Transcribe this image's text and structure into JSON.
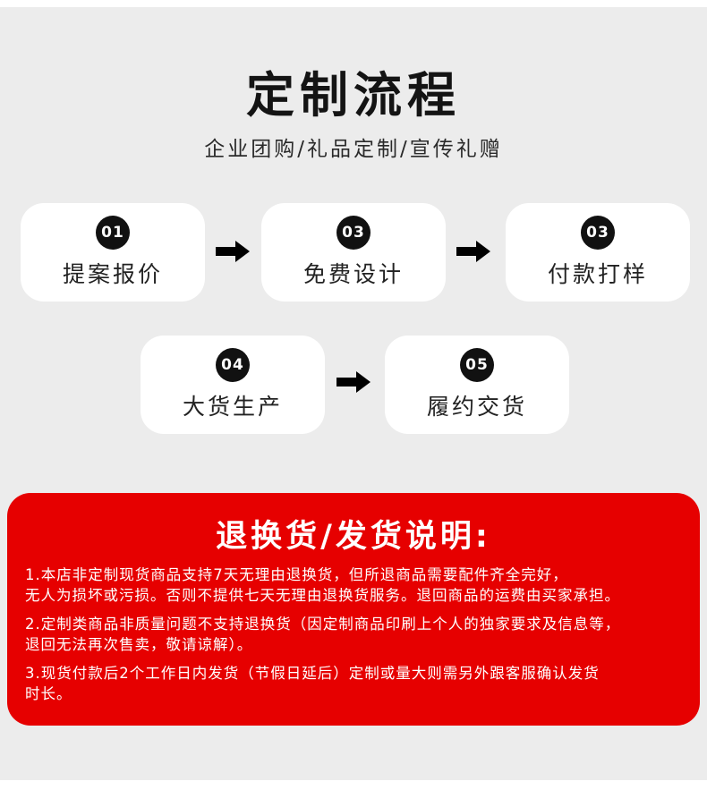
{
  "header": {
    "title": "定制流程",
    "subtitle": "企业团购/礼品定制/宣传礼赠"
  },
  "steps": [
    {
      "number": "01",
      "label": "提案报价"
    },
    {
      "number": "03",
      "label": "免费设计"
    },
    {
      "number": "03",
      "label": "付款打样"
    },
    {
      "number": "04",
      "label": "大货生产"
    },
    {
      "number": "05",
      "label": "履约交货"
    }
  ],
  "notice": {
    "title": "退换货/发货说明:",
    "items": [
      {
        "line1": "1.本店非定制现货商品支持7天无理由退换货，但所退商品需要配件齐全完好，",
        "line2": "无人为损坏或污损。否则不提供七天无理由退换货服务。退回商品的运费由买家承担。"
      },
      {
        "line1": "2.定制类商品非质量问题不支持退换货（因定制商品印刷上个人的独家要求及信息等，",
        "line2": "退回无法再次售卖，敬请谅解）。"
      },
      {
        "line1": "3.现货付款后2个工作日内发货（节假日延后）定制或量大则需另外跟客服确认发货",
        "line2": "时长。"
      }
    ]
  },
  "colors": {
    "background": "#ececec",
    "card": "#ffffff",
    "badge": "#111111",
    "notice_bg": "#e60000"
  },
  "icons": [
    "arrow-right-icon"
  ]
}
